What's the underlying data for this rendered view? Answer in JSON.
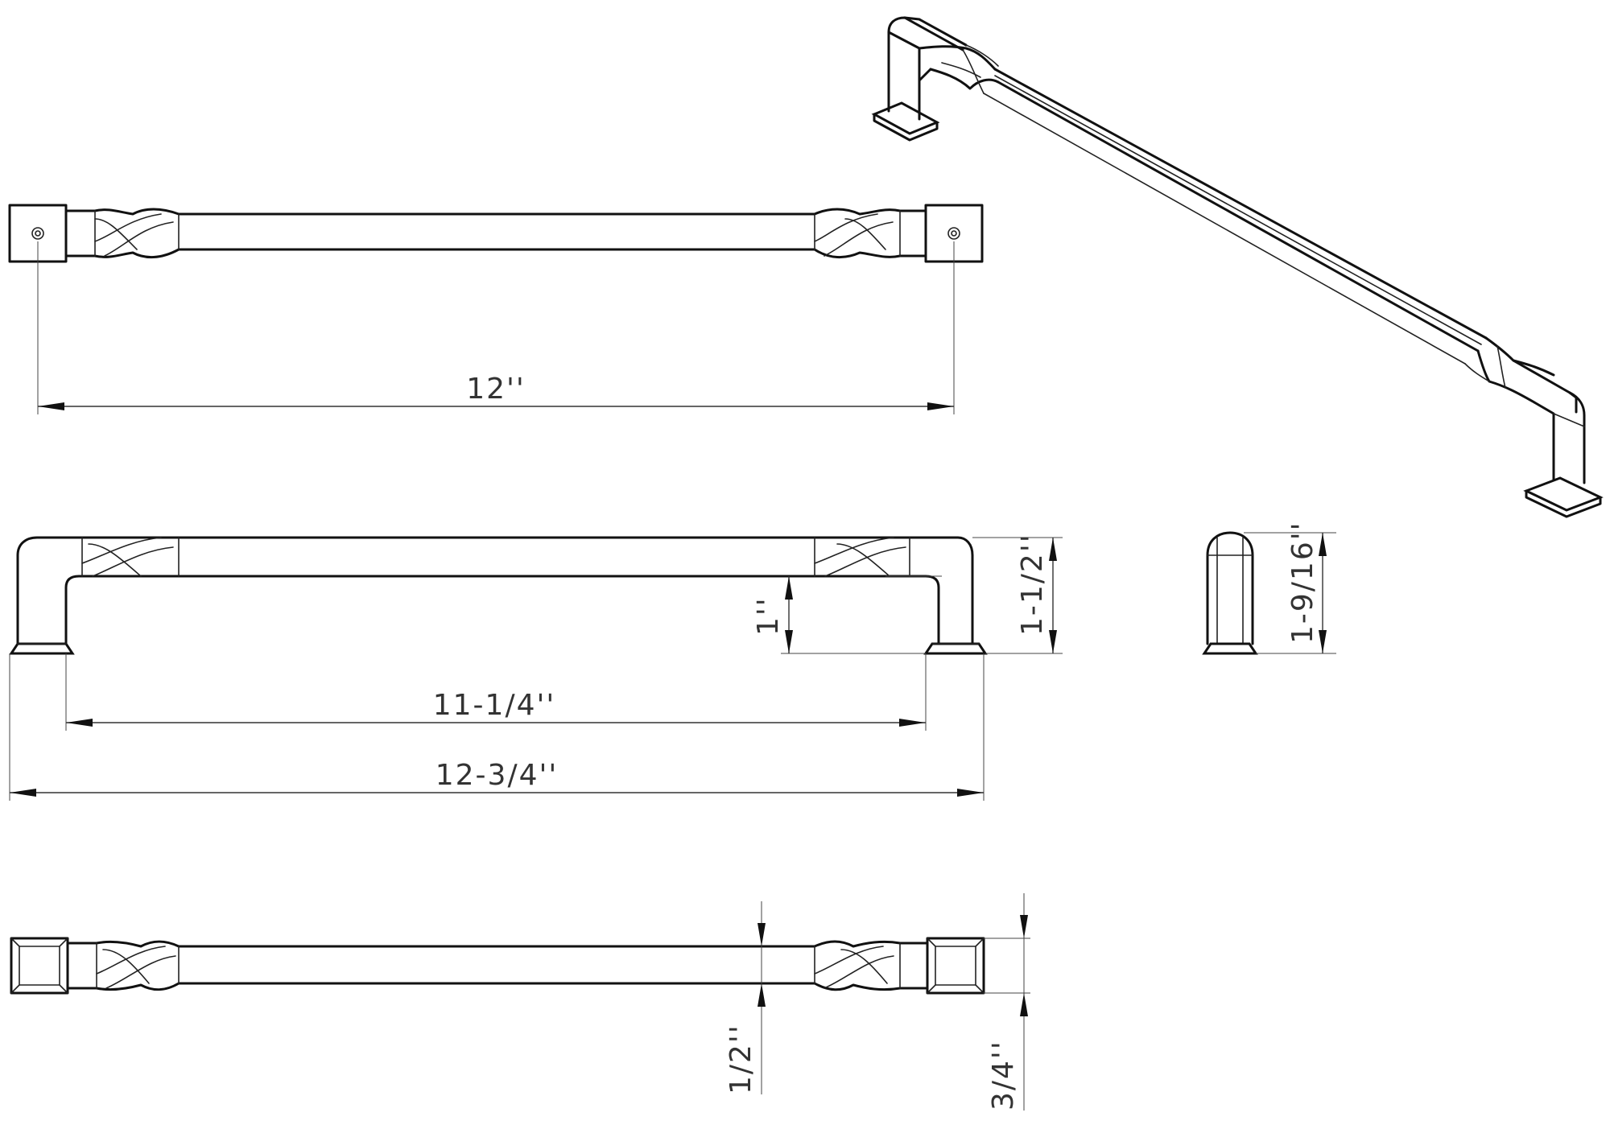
{
  "dimensions": {
    "center_to_center": "12''",
    "projection_inner": "1''",
    "height": "1-1/2''",
    "inner_length": "11-1/4''",
    "overall_length": "12-3/4''",
    "side_height": "1-9/16''",
    "bar_width": "1/2''",
    "base_width": "3/4''"
  }
}
